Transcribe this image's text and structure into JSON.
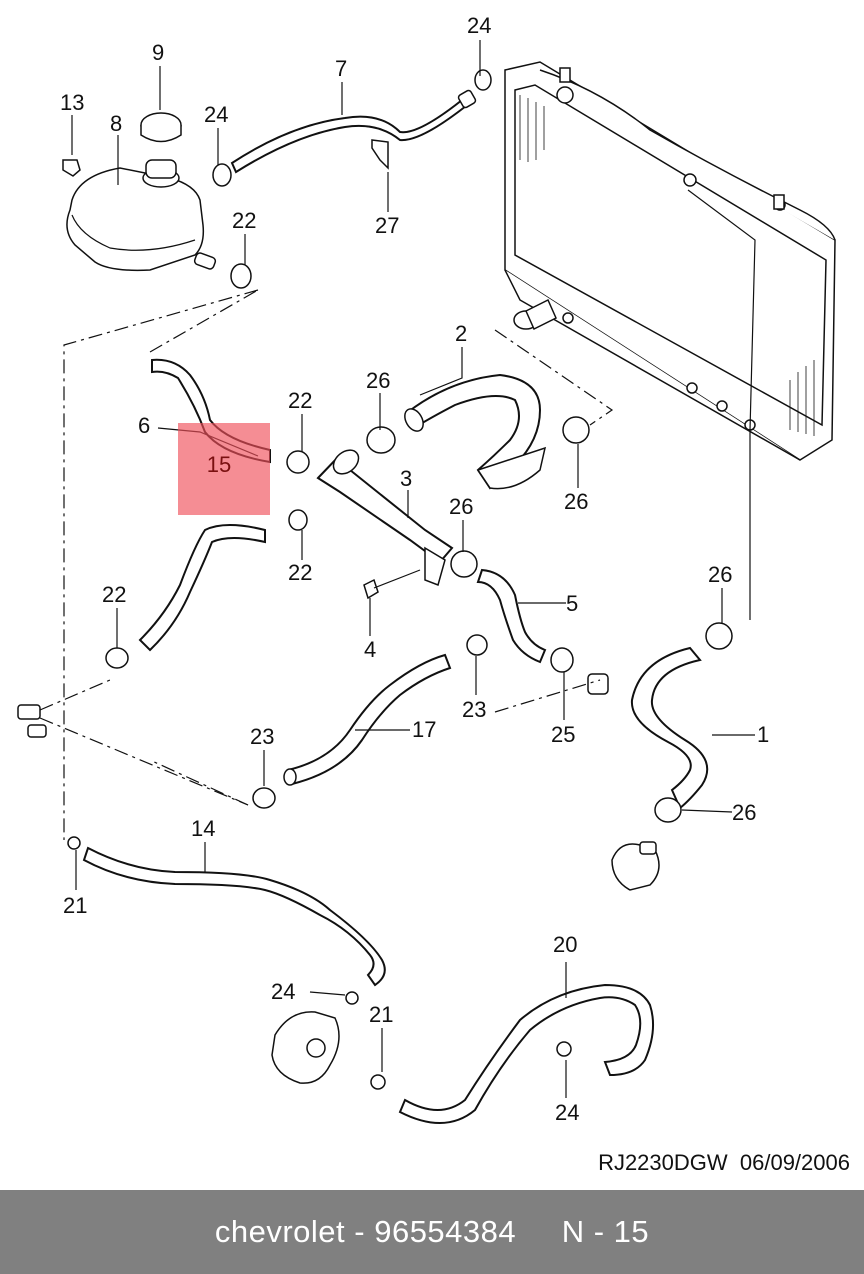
{
  "diagram": {
    "labels": [
      {
        "id": "p24a",
        "text": "24"
      },
      {
        "id": "p9",
        "text": "9"
      },
      {
        "id": "p7",
        "text": "7"
      },
      {
        "id": "p13",
        "text": "13"
      },
      {
        "id": "p8",
        "text": "8"
      },
      {
        "id": "p24b",
        "text": "24"
      },
      {
        "id": "p22a",
        "text": "22"
      },
      {
        "id": "p27",
        "text": "27"
      },
      {
        "id": "p2",
        "text": "2"
      },
      {
        "id": "p26a",
        "text": "26"
      },
      {
        "id": "p22b",
        "text": "22"
      },
      {
        "id": "p6",
        "text": "6"
      },
      {
        "id": "p3",
        "text": "3"
      },
      {
        "id": "p26b",
        "text": "26"
      },
      {
        "id": "p26c",
        "text": "26"
      },
      {
        "id": "p22c",
        "text": "22"
      },
      {
        "id": "p5",
        "text": "5"
      },
      {
        "id": "p22d",
        "text": "22"
      },
      {
        "id": "p26d",
        "text": "26"
      },
      {
        "id": "p4",
        "text": "4"
      },
      {
        "id": "p23a",
        "text": "23"
      },
      {
        "id": "p17",
        "text": "17"
      },
      {
        "id": "p25",
        "text": "25"
      },
      {
        "id": "p1",
        "text": "1"
      },
      {
        "id": "p23b",
        "text": "23"
      },
      {
        "id": "p26e",
        "text": "26"
      },
      {
        "id": "p14",
        "text": "14"
      },
      {
        "id": "p21a",
        "text": "21"
      },
      {
        "id": "p20",
        "text": "20"
      },
      {
        "id": "p24c",
        "text": "24"
      },
      {
        "id": "p21b",
        "text": "21"
      },
      {
        "id": "p24d",
        "text": "24"
      }
    ],
    "highlight": {
      "text": "15",
      "color": "#f0505a"
    },
    "reference": "RJ2230DGW  06/09/2006"
  },
  "footer": {
    "text": "chevrolet - 96554384     N - 15",
    "background": "#808080"
  }
}
